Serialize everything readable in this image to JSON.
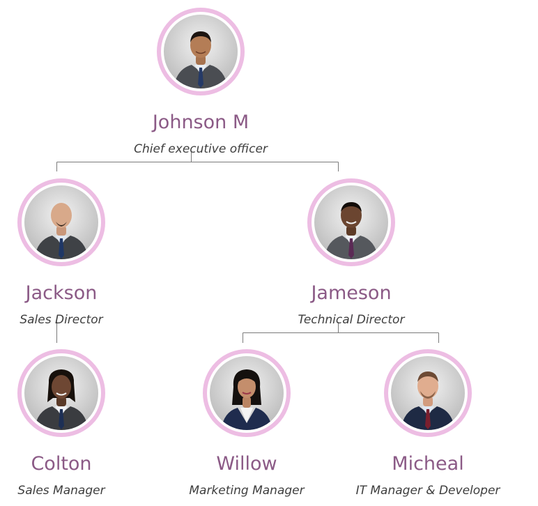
{
  "org_chart": {
    "accent_color": "#edbde3",
    "name_color": "#8b5a86",
    "people": [
      {
        "id": "johnson",
        "name": "Johnson M",
        "role": "Chief executive officer",
        "icon": "person-portrait-icon"
      },
      {
        "id": "jackson",
        "name": "Jackson",
        "role": "Sales Director",
        "icon": "person-portrait-icon"
      },
      {
        "id": "jameson",
        "name": "Jameson",
        "role": "Technical Director",
        "icon": "person-portrait-icon"
      },
      {
        "id": "colton",
        "name": "Colton",
        "role": "Sales Manager",
        "icon": "person-portrait-icon"
      },
      {
        "id": "willow",
        "name": "Willow",
        "role": "Marketing Manager",
        "icon": "person-portrait-icon"
      },
      {
        "id": "micheal",
        "name": "Micheal",
        "role": "IT Manager & Developer",
        "icon": "person-portrait-icon"
      }
    ],
    "reports_to": [
      {
        "from": "jackson",
        "to": "johnson"
      },
      {
        "from": "jameson",
        "to": "johnson"
      },
      {
        "from": "colton",
        "to": "jackson"
      },
      {
        "from": "willow",
        "to": "jameson"
      },
      {
        "from": "micheal",
        "to": "jameson"
      }
    ]
  }
}
